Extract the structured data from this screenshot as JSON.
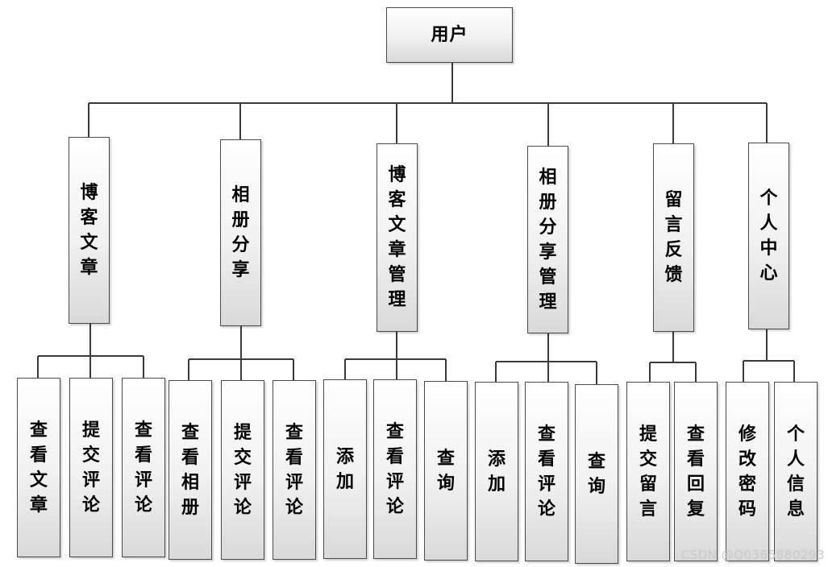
{
  "root": {
    "label": "用户"
  },
  "modules": [
    {
      "label": "博客文章",
      "children": [
        "查看文章",
        "提交评论",
        "查看评论"
      ]
    },
    {
      "label": "相册分享",
      "children": [
        "查看相册",
        "提交评论",
        "查看评论"
      ]
    },
    {
      "label": "博客文章管理",
      "children": [
        "添加",
        "查看评论",
        "查询"
      ]
    },
    {
      "label": "相册分享管理",
      "children": [
        "添加",
        "查看评论",
        "查询"
      ]
    },
    {
      "label": "留言反馈",
      "children": [
        "提交留言",
        "查看回复"
      ]
    },
    {
      "label": "个人中心",
      "children": [
        "修改密码",
        "个人信息"
      ]
    }
  ],
  "watermark": "CSDN @Q0365880293"
}
